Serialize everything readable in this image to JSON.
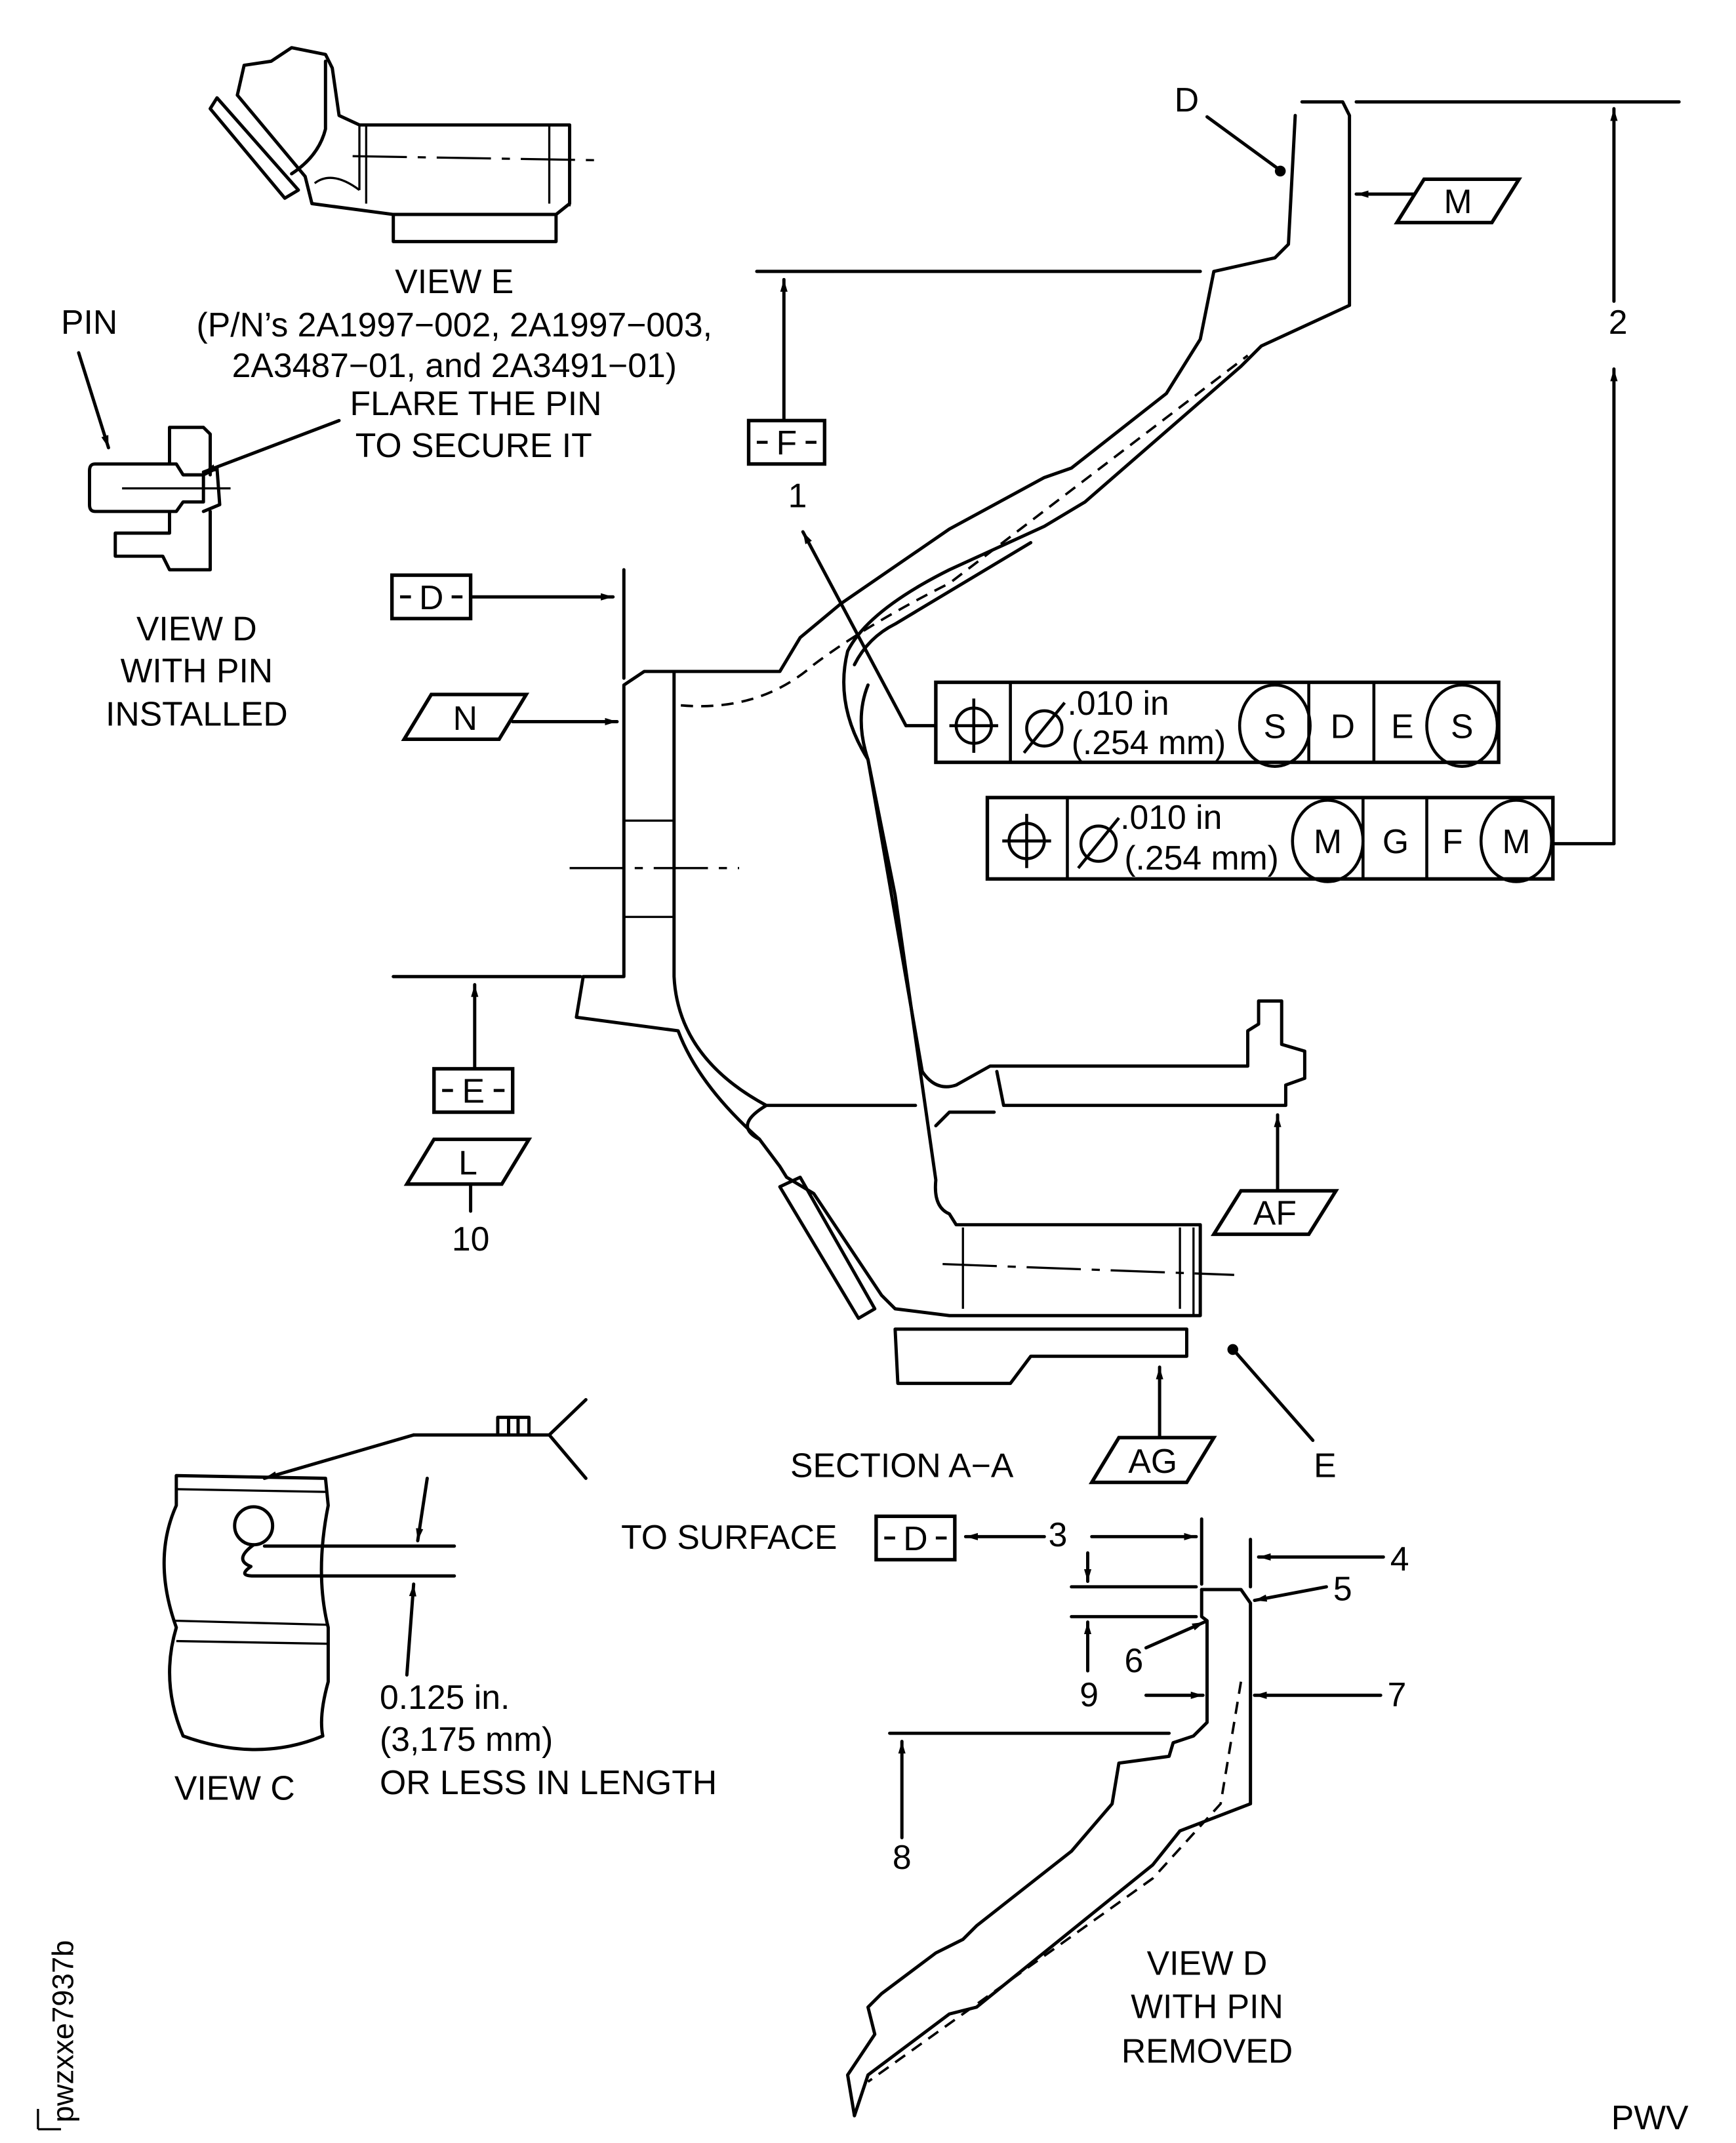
{
  "view_e": {
    "title": "VIEW E",
    "parts_line1": "(P/N’s 2A1997−002, 2A1997−003,",
    "parts_line2": "2A3487−01, and 2A3491−01)"
  },
  "pin_label": "PIN",
  "flare_note": {
    "line1": "FLARE THE PIN",
    "line2": "TO SECURE IT"
  },
  "view_d_installed": {
    "line1": "VIEW D",
    "line2": "WITH PIN",
    "line3": "INSTALLED"
  },
  "view_d_removed": {
    "line1": "VIEW D",
    "line2": "WITH PIN",
    "line3": "REMOVED"
  },
  "view_c": "VIEW C",
  "view_c_note": {
    "line1": "0.125 in.",
    "line2": "(3,175 mm)",
    "line3": "OR LESS IN LENGTH"
  },
  "section_title": "SECTION A−A",
  "to_surface": "TO SURFACE",
  "datums": {
    "D": "D",
    "E": "E",
    "F": "F"
  },
  "callout_points": {
    "D": "D",
    "E": "E"
  },
  "surface_labels": {
    "M": "M",
    "N": "N",
    "L": "L",
    "AF": "AF",
    "AG": "AG"
  },
  "numbers": {
    "n1": "1",
    "n2": "2",
    "n3": "3",
    "n4": "4",
    "n5": "5",
    "n6": "6",
    "n7": "7",
    "n8": "8",
    "n9": "9",
    "n10": "10"
  },
  "fcf1": {
    "symbol": "position-icon",
    "tolerance_in": ".010 in",
    "tolerance_mm": "(.254 mm)",
    "modifier": "S",
    "datum1": "D",
    "datum2": "E",
    "datum2_modifier": "S"
  },
  "fcf2": {
    "symbol": "position-icon",
    "tolerance_in": ".010 in",
    "tolerance_mm": "(.254 mm)",
    "modifier": "M",
    "datum1": "G",
    "datum2": "F",
    "datum2_modifier": "M"
  },
  "figure_id": "pwzxxe7937b",
  "corner_code": "PWV"
}
